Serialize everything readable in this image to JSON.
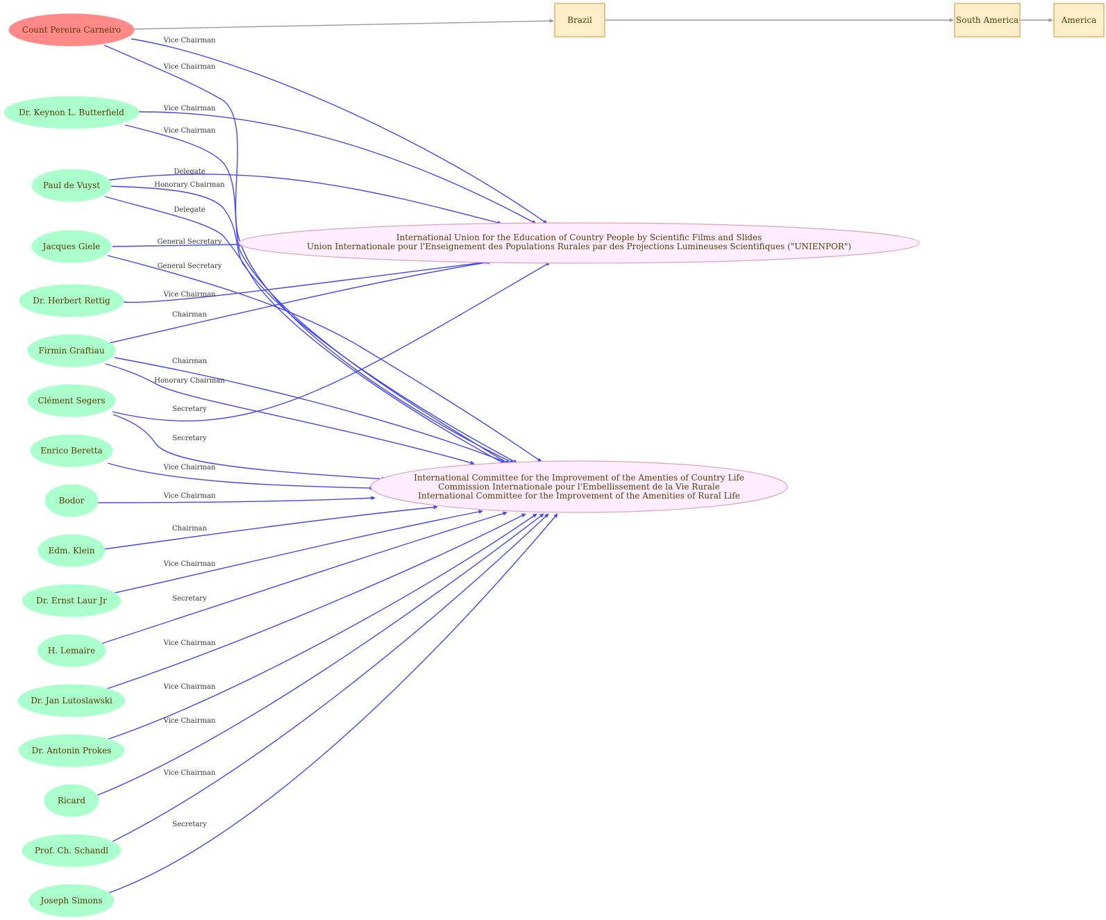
{
  "nodes": {
    "pereira": "Count Pereira Carneiro",
    "butterfield": "Dr. Keynon L. Butterfield",
    "vuyst": "Paul de Vuyst",
    "giele": "Jacques Giele",
    "rettig": "Dr. Herbert Rettig",
    "graftiau": "Firmin Graftiau",
    "segers": "Clément Segers",
    "beretta": "Enrico Beretta",
    "bodor": "Bodor",
    "klein": "Edm. Klein",
    "laur": "Dr. Ernst  Laur Jr",
    "lemaire": "H. Lemaire",
    "lutoslawski": "Dr. Jan Lutoslawski",
    "prokes": "Dr. Antonin Prokes",
    "ricard": "Ricard",
    "schandl": "Prof. Ch. Schandl",
    "simons": "Joseph Simons",
    "brazil": "Brazil",
    "south_america": "South America",
    "america": "America",
    "unienpor": {
      "line1": "International Union for the Education of Country People by Scientific Films and Slides",
      "line2": "Union Internationale pour l'Enseignement des Populations Rurales par des Projections Lumineuses Scientifiques (\"UNIENPOR\")"
    },
    "committee": {
      "line1": "International Committee for the Improvement of the Amenties of Country Life",
      "line2": "Commission Internationale pour l'Embellissement de la Vie Rurale",
      "line3": "International Committee for the Improvement of the Amenities of Rural Life"
    }
  },
  "edges": {
    "pereira_unienpor": "Vice Chairman",
    "pereira_committee": "Vice Chairman",
    "butterfield_unienpor": "Vice Chairman",
    "butterfield_committee": "Vice Chairman",
    "vuyst_unienpor": "Delegate",
    "vuyst_committee_hon": "Honorary Chairman",
    "vuyst_committee_del": "Delegate",
    "giele_unienpor": "General Secretary",
    "giele_committee": "General Secretary",
    "rettig_committee": "Vice Chairman",
    "graftiau_unienpor": "Chairman",
    "graftiau_committee_ch": "Chairman",
    "graftiau_committee_hon": "Honorary Chairman",
    "segers_unienpor": "Secretary",
    "segers_committee": "Secretary",
    "beretta_committee": "Vice Chairman",
    "bodor_committee": "Vice Chairman",
    "klein_committee": "Chairman",
    "laur_committee": "Vice Chairman",
    "lemaire_committee": "Secretary",
    "lutoslawski_committee": "Vice Chairman",
    "prokes_committee": "Vice Chairman",
    "ricard_committee": "Vice Chairman",
    "schandl_committee": "Vice Chairman",
    "simons_committee": "Secretary"
  },
  "colors": {
    "person_fill": "#aaffcc",
    "highlight_fill": "#ff8888",
    "organization_fill": "#ffeeff",
    "place_fill": "#ffeecc",
    "relation_edge": "#4444ee",
    "location_edge": "#999999"
  }
}
